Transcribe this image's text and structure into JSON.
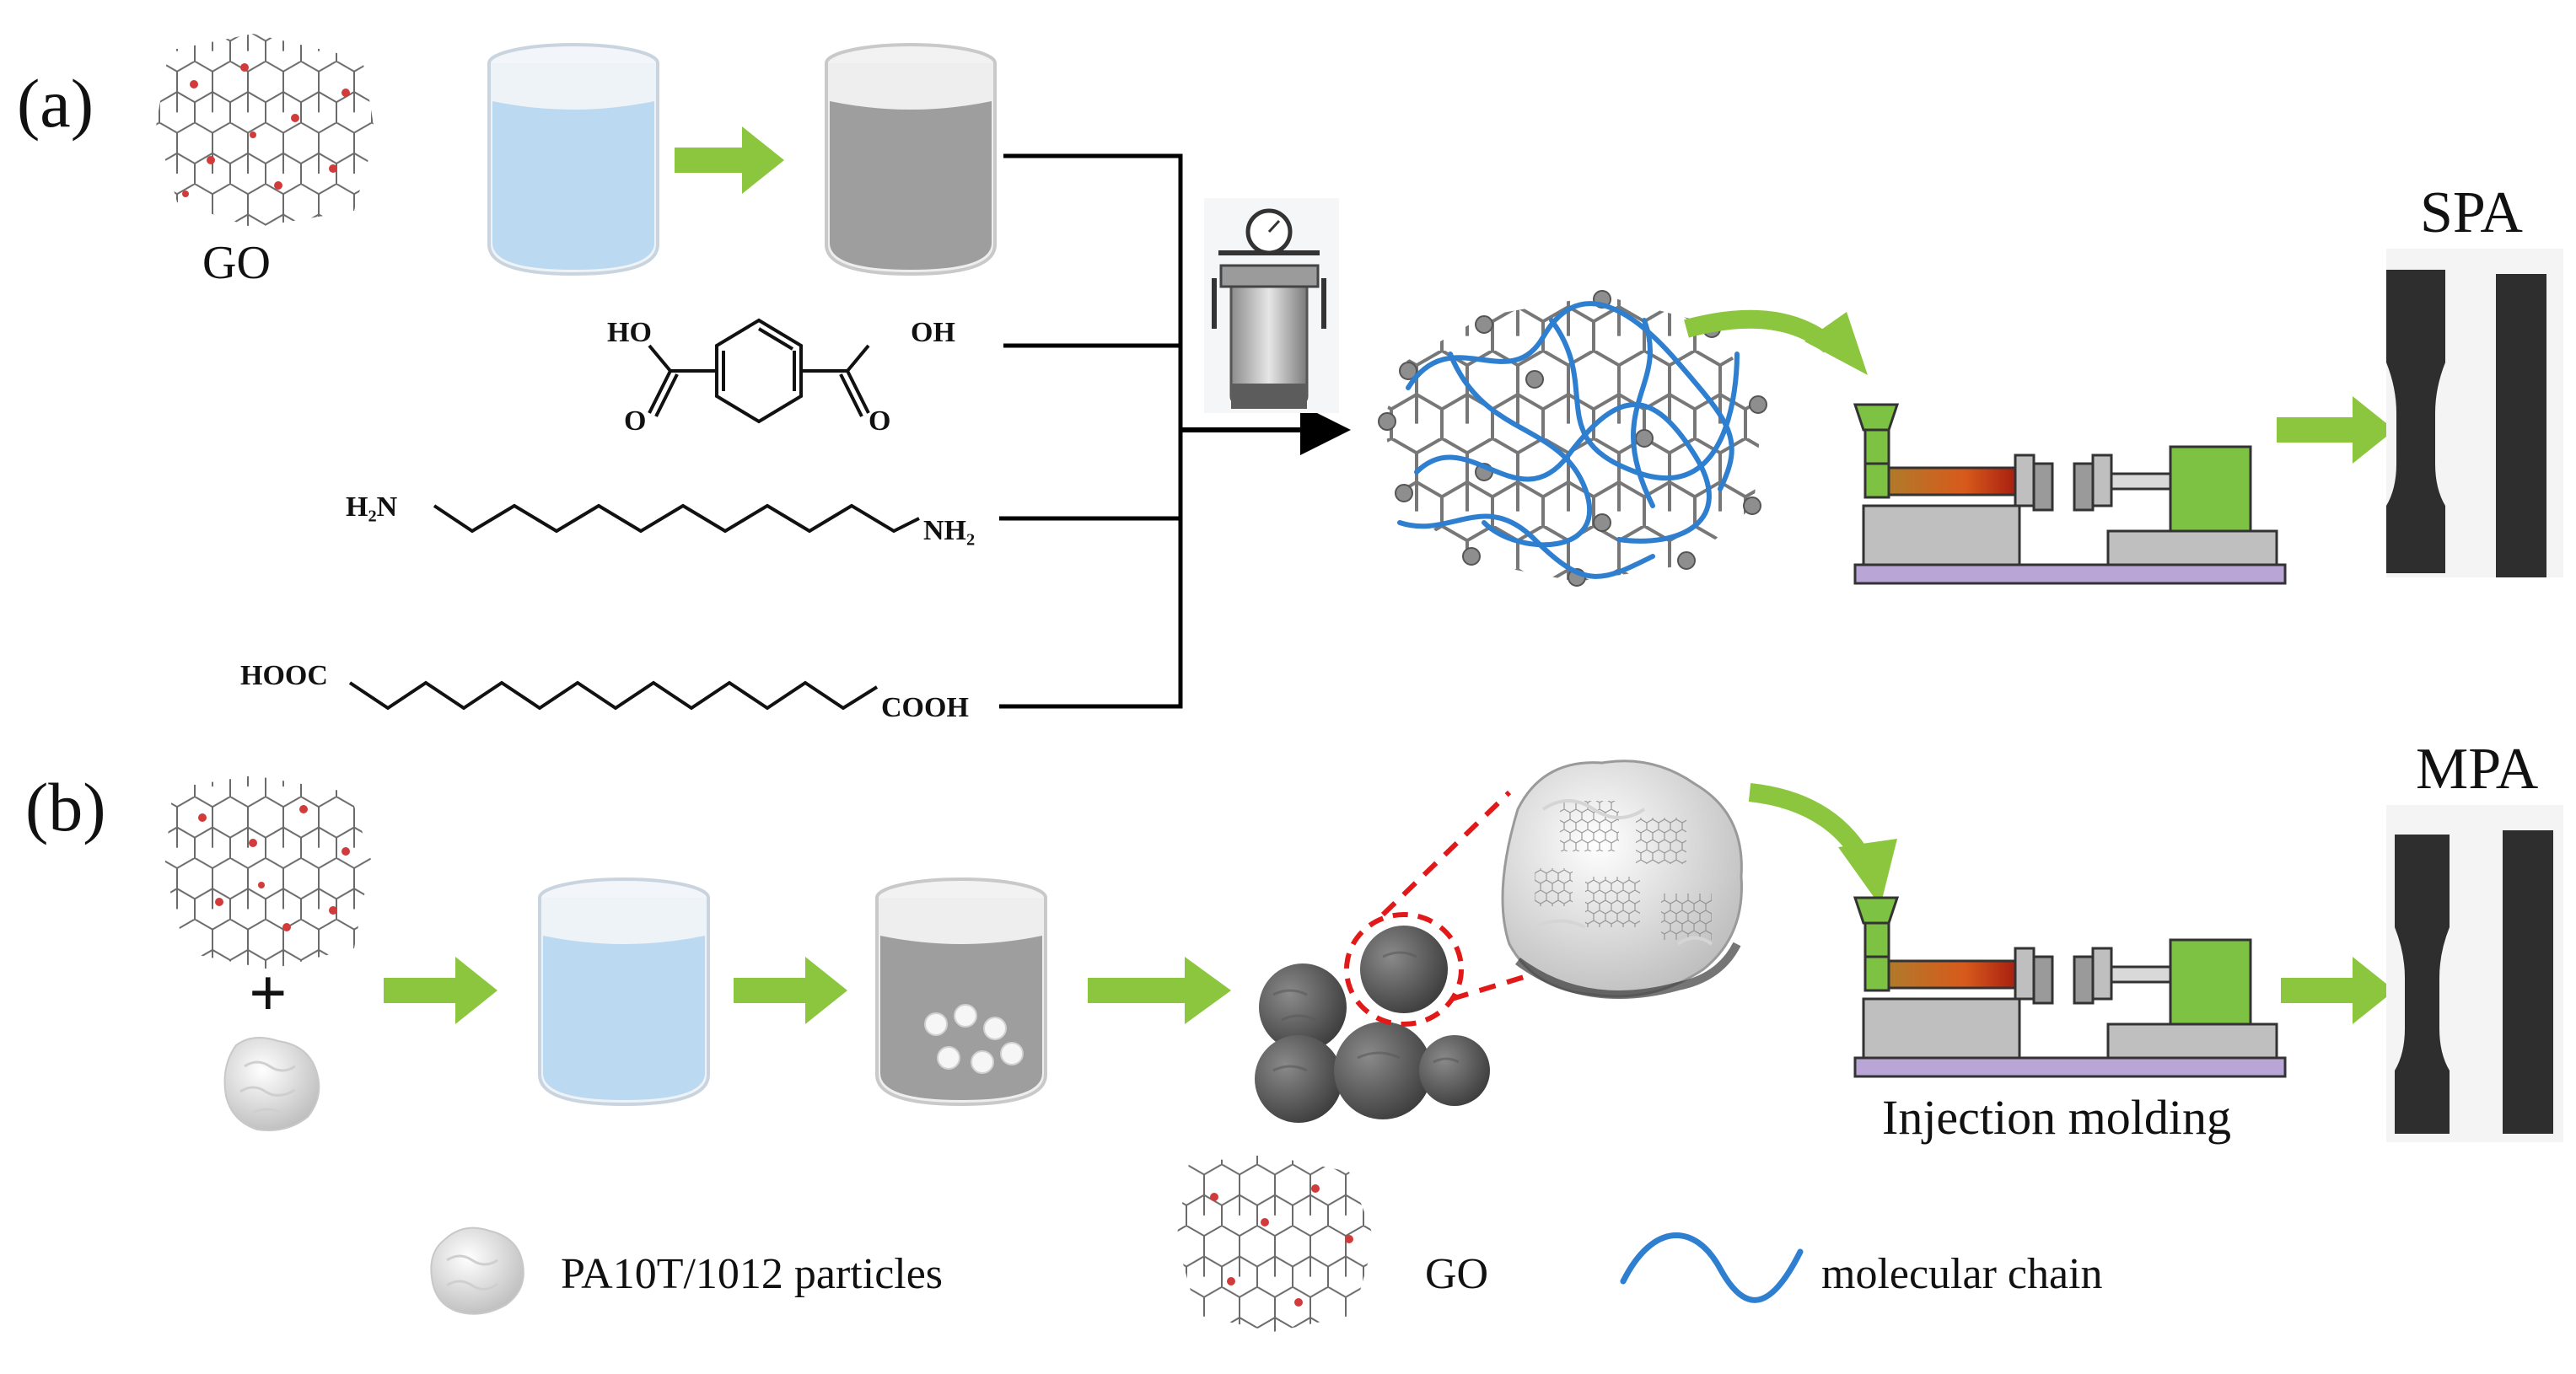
{
  "panels": {
    "a": {
      "label": "(a)",
      "go_label": "GO",
      "chem": {
        "ho": "HO",
        "oh": "OH",
        "o": "O",
        "h2n": "H₂N",
        "nh2": "NH₂",
        "hooc": "HOOC",
        "cooh": "COOH"
      },
      "product_label": "SPA"
    },
    "b": {
      "label": "(b)",
      "plus": "+",
      "product_label": "MPA",
      "process_label": "Injection molding"
    }
  },
  "legend": {
    "particles": "PA10T/1012 particles",
    "go": "GO",
    "chain": "molecular chain"
  },
  "colors": {
    "arrow_green": "#8cc63f",
    "water_blue": "#bcd9f2",
    "gray_liquid": "#9e9e9e",
    "chain_blue": "#2f7fd0",
    "machine_green": "#7dc242",
    "machine_base": "#b9a6d6",
    "dashed_red": "#e11919"
  }
}
